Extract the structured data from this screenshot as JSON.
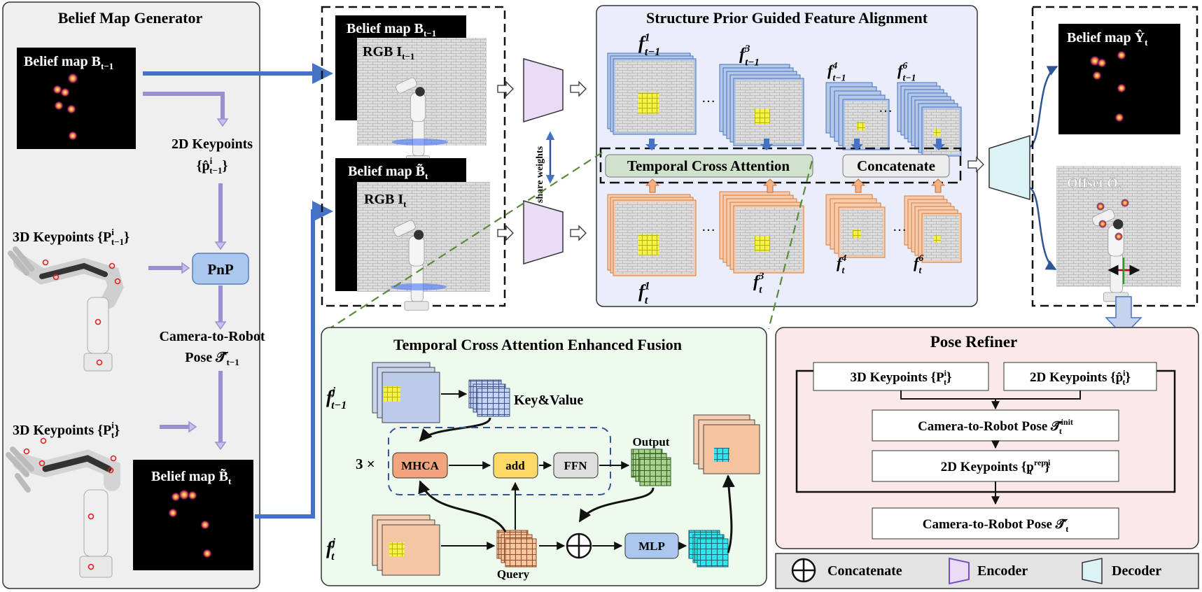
{
  "belief_generator": {
    "title": "Belief Map Generator",
    "belief_prev": "Belief map B",
    "belief_prev_sub": "t−1",
    "kp2d": "2D Keypoints",
    "kp2d_set": "{p̂",
    "kp2d_sup": "i",
    "kp2d_sub": "t−1",
    "kp2d_close": "}",
    "kp3d_prev": "3D Keypoints {P",
    "kp3d_prev_sup": "i",
    "kp3d_prev_sub": "t−1",
    "kp3d_prev_close": "}",
    "pnp": "PnP",
    "pose_line1": "Camera-to-Robot",
    "pose_line2": "Pose 𝒯̂",
    "pose_sub": "t−1",
    "kp3d_cur": "3D Keypoints {P",
    "kp3d_cur_sup": "i",
    "kp3d_cur_sub": "t",
    "kp3d_cur_close": "}",
    "belief_cur": "Belief map B̃",
    "belief_cur_sub": "t"
  },
  "inputs": {
    "belief_prev": "Belief map B",
    "belief_prev_sub": "t−1",
    "rgb_prev": "RGB I",
    "rgb_prev_sub": "t−1",
    "belief_cur": "Belief map B̃",
    "belief_cur_sub": "t",
    "rgb_cur": "RGB I",
    "rgb_cur_sub": "t",
    "share_weights": "share weights"
  },
  "alignment": {
    "title": "Structure Prior Guided Feature Alignment",
    "f_prev": [
      {
        "base": "f",
        "sup": "1",
        "sub": "t−1"
      },
      {
        "base": "f",
        "sup": "3",
        "sub": "t−1"
      },
      {
        "base": "f",
        "sup": "4",
        "sub": "t−1"
      },
      {
        "base": "f",
        "sup": "6",
        "sub": "t−1"
      }
    ],
    "f_cur": [
      {
        "base": "f",
        "sup": "1",
        "sub": "t"
      },
      {
        "base": "f",
        "sup": "3",
        "sub": "t"
      },
      {
        "base": "f",
        "sup": "4",
        "sub": "t"
      },
      {
        "base": "f",
        "sup": "6",
        "sub": "t"
      }
    ],
    "ellipsis": "…",
    "temporal_cross_attention": "Temporal Cross Attention",
    "concatenate": "Concatenate"
  },
  "outputs": {
    "belief": "Belief map Ŷ",
    "belief_sub": "t",
    "offset": "Offset Ô",
    "offset_sub": "t"
  },
  "fusion": {
    "title": "Temporal Cross Attention Enhanced Fusion",
    "f_prev": {
      "base": "f",
      "sup": "j",
      "sub": "t−1"
    },
    "f_cur": {
      "base": "f",
      "sup": "j",
      "sub": "t"
    },
    "key_value": "Key&Value",
    "repeat": "3 ×",
    "mhca": "MHCA",
    "add": "add",
    "ffn": "FFN",
    "output": "Output",
    "query": "Query",
    "mlp": "MLP"
  },
  "refiner": {
    "title": "Pose Refiner",
    "kp3d": "3D Keypoints {P",
    "kp3d_sup": "i",
    "kp3d_sub": "t",
    "kp3d_close": "}",
    "kp2d": "2D Keypoints {p̂",
    "kp2d_sup": "i",
    "kp2d_sub": "t",
    "kp2d_close": "}",
    "pose_init": "Camera-to-Robot Pose 𝒯̂",
    "pose_init_sup": "init",
    "pose_init_sub": "t",
    "kp2d_rep": "2D Keypoints {p",
    "kp2d_rep_sup": "rep,i",
    "kp2d_rep_sub": "t",
    "kp2d_rep_close": "}",
    "pose_final": "Camera-to-Robot Pose 𝒯̂",
    "pose_final_sub": "t"
  },
  "legend": {
    "concatenate": "Concatenate",
    "encoder": "Encoder",
    "decoder": "Decoder"
  },
  "colors": {
    "blue_arrow": "#4472c4",
    "purple_arrow": "#9b8fd0",
    "green_dash": "#5a8a3a",
    "heat_glow": "#ff9a1a",
    "alignment_bg": "#eaeefb",
    "fusion_bg": "#effaee",
    "refiner_bg": "#fbe8e8",
    "generator_bg": "#efefef"
  }
}
